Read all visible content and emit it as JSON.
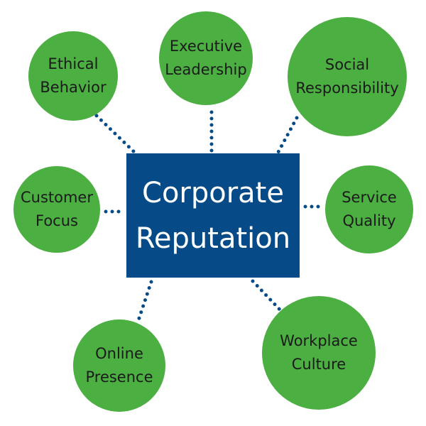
{
  "center": {
    "line1": "Corporate",
    "line2": "Reputation"
  },
  "nodes": [
    {
      "line1": "Ethical",
      "line2": "Behavior"
    },
    {
      "line1": "Executive",
      "line2": "Leadership"
    },
    {
      "line1": "Social",
      "line2": "Responsibility"
    },
    {
      "line1": "Customer",
      "line2": "Focus"
    },
    {
      "line1": "Service",
      "line2": "Quality"
    },
    {
      "line1": "Online",
      "line2": "Presence"
    },
    {
      "line1": "Workplace",
      "line2": "Culture"
    }
  ],
  "colors": {
    "node": "#4caf42",
    "center": "#064b88",
    "connector": "#064b88"
  }
}
